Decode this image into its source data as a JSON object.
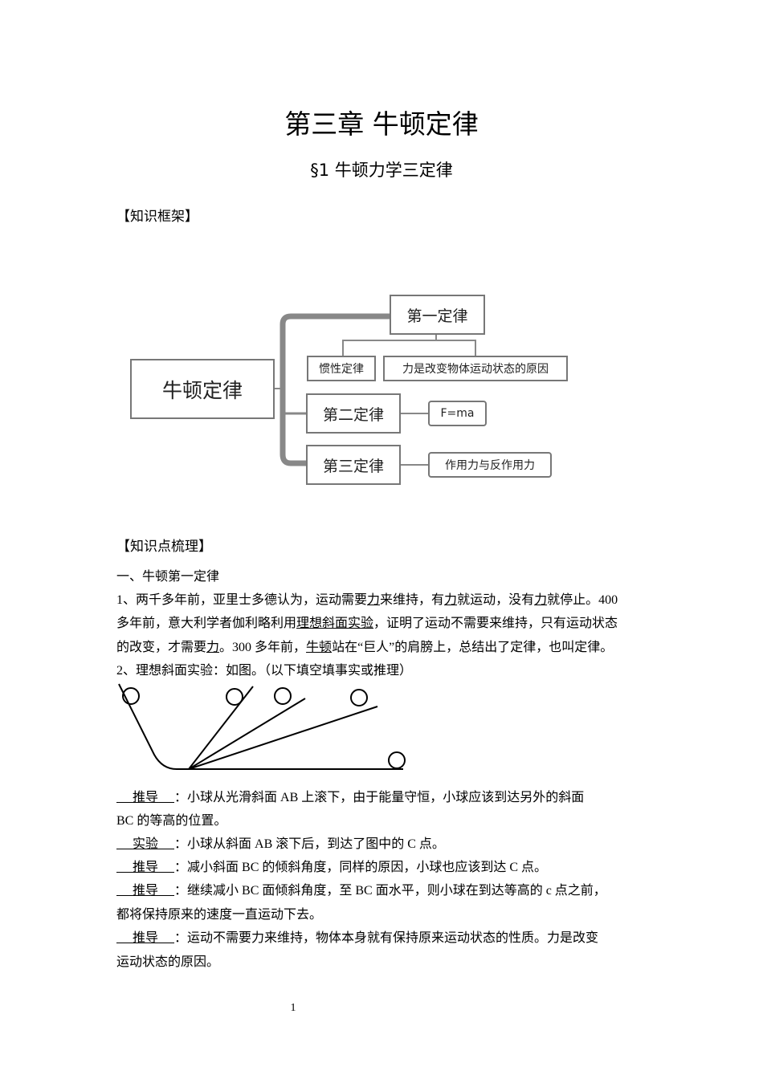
{
  "title": "第三章 牛顿定律",
  "subtitle": "§1 牛顿力学三定律",
  "section_framework": "【知识框架】",
  "diagram": {
    "root": "牛顿定律",
    "first": "第一定律",
    "first_children": [
      "惯性定律",
      "力是改变物体运动状态的原因"
    ],
    "second": "第二定律",
    "second_child": "F=ma",
    "third": "第三定律",
    "third_child": "作用力与反作用力"
  },
  "section_points": "【知识点梳理】",
  "heading1": "一、牛顿第一定律",
  "p1": {
    "l1a": "1、两千多年前，亚里士多德认为，运动需要",
    "u1": "力",
    "l1b": "来维持，有",
    "u2": "力",
    "l1c": "就运动，没有",
    "u3": "力",
    "l1d": "就停止。400",
    "l2a": "多年前，意大利学者伽利略利用",
    "u4": "理想斜面实验",
    "l2b": "，证明了运动不需要来维持，只有运动状态",
    "l3a": "的改变，才需要",
    "u5": "力",
    "l3b": "。300 多年前，",
    "u6": "牛顿",
    "l3c": "站在“巨人”的肩膀上，总结出了定律，也叫定律。"
  },
  "p2": "2、理想斜面实验：如图。（以下填空填事实或推理）",
  "items": [
    {
      "label": "推导",
      "text": "：小球从光滑斜面 AB 上滚下，由于能量守恒，小球应该到达另外的斜面",
      "cont": "BC 的等高的位置。"
    },
    {
      "label": "实验",
      "text": "：小球从斜面 AB 滚下后，到达了图中的 C 点。",
      "cont": ""
    },
    {
      "label": "推导",
      "text": "：减小斜面 BC 的倾斜角度，同样的原因，小球也应该到达 C 点。",
      "cont": ""
    },
    {
      "label": "推导",
      "text": "：继续减小 BC 面倾斜角度，至 BC 面水平，则小球在到达等高的 c 点之前，",
      "cont": "都将保持原来的速度一直运动下去。"
    },
    {
      "label": "推导",
      "text": "：运动不需要力来维持，物体本身就有保持原来运动状态的性质。力是改变",
      "cont": "运动状态的原因。"
    }
  ],
  "page_number": "1"
}
